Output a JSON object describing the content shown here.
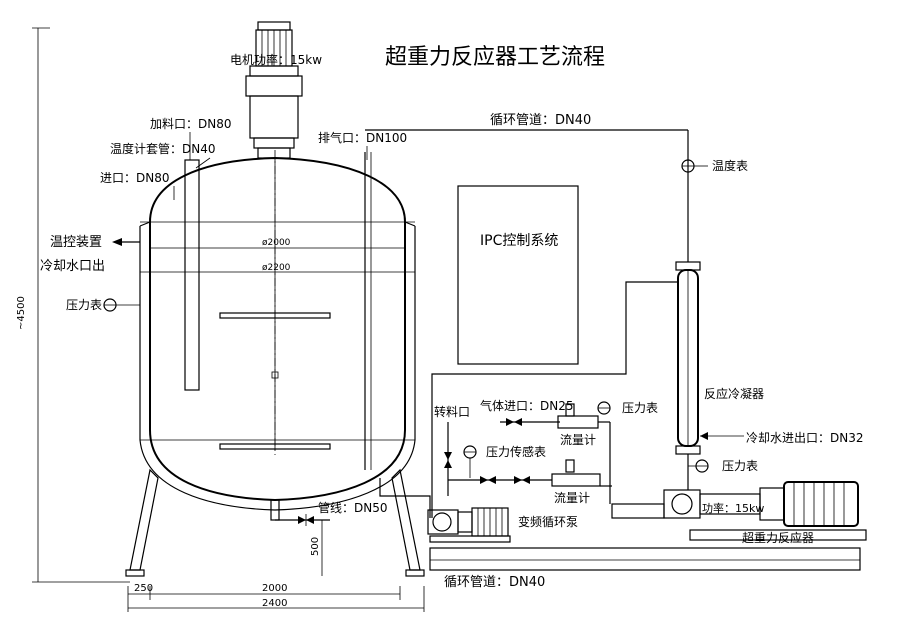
{
  "title": "超重力反应器工艺流程",
  "labels": {
    "motor_power": "电机功率：15kw",
    "feed_port": "加料口：DN80",
    "thermo_sleeve": "温度计套管：DN40",
    "inlet": "进口：DN80",
    "vent": "排气口：DN100",
    "circ_top": "循环管道：DN40",
    "temp_meter": "温度表",
    "temp_ctrl": "温控装置",
    "cooling_out": "冷却水口出",
    "pressure_left": "压力表",
    "ipc": "IPC控制系统",
    "condenser": "反应冷凝器",
    "transfer_port": "转料口",
    "gas_inlet": "气体进口：DN25",
    "pressure_mid": "压力表",
    "flowmeter_1": "流量计",
    "pressure_sensor": "压力传感表",
    "flowmeter_2": "流量计",
    "cooling_inout": "冷却水进出口：DN32",
    "pressure_right": "压力表",
    "pipeline": "管线：DN50",
    "pump": "变频循环泵",
    "power": "功率：15kw",
    "reactor": "超重力反应器",
    "circ_bottom": "循环管道：DN40"
  },
  "dimensions": {
    "d2000": "ø2000",
    "d2200": "ø2200",
    "h4500": "~4500",
    "h500": "500",
    "w250": "250",
    "w2000": "2000",
    "w2400": "2400"
  }
}
